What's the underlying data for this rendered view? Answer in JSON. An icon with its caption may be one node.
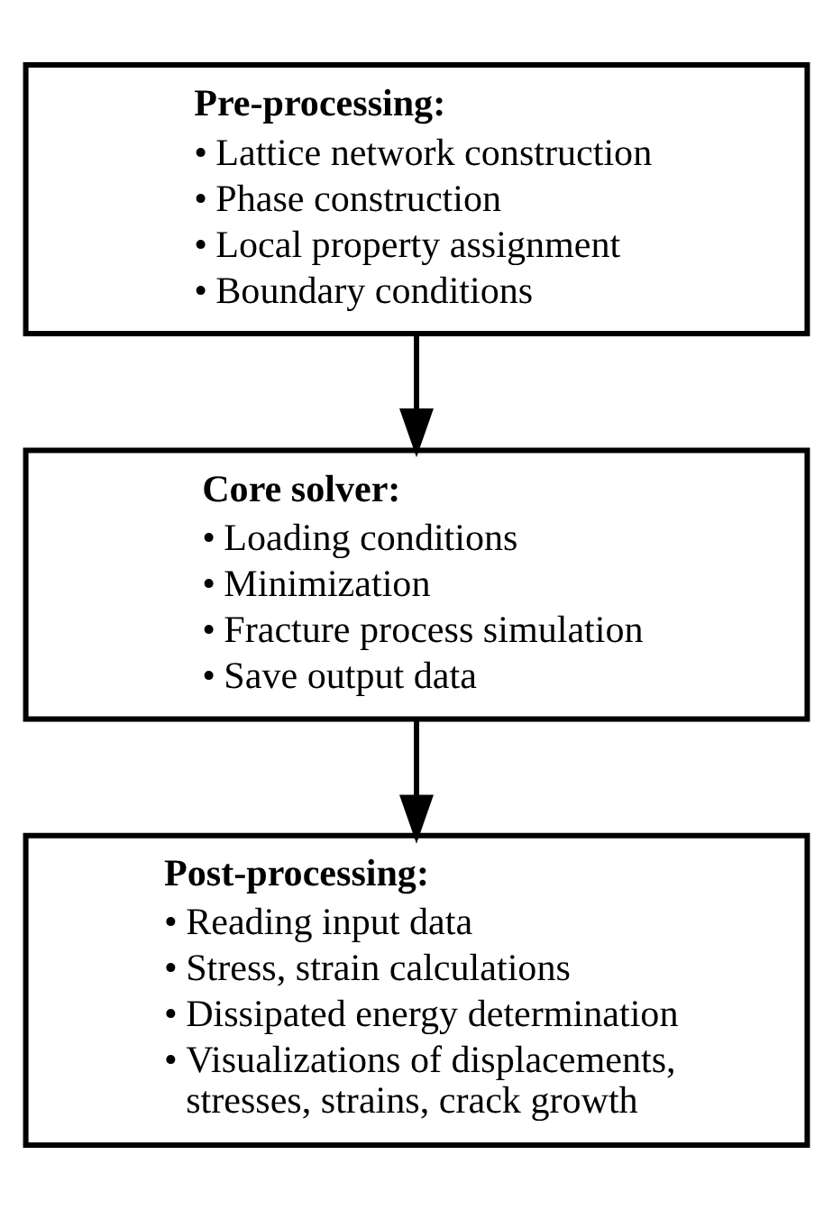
{
  "diagram": {
    "nodes": [
      {
        "text": [
          "Pre-processing:",
          "• Lattice network construction",
          "• Phase construction",
          "• Local property assignment",
          "• Boundary conditions"
        ]
      },
      {
        "text": [
          "Core solver:",
          "• Loading conditions",
          "• Minimization",
          "• Fracture process simulation",
          "• Save output data"
        ]
      },
      {
        "text": [
          "Post-processing:",
          "• Reading input data",
          "• Stress, strain calculations",
          "• Dissipated energy determination",
          "• Visualizations of displacements, stresses, strains, crack growth"
        ]
      }
    ],
    "edges": [
      {
        "from": 0,
        "to": 1,
        "arrow": "to"
      },
      {
        "from": 1,
        "to": 2,
        "arrow": "to"
      }
    ]
  }
}
